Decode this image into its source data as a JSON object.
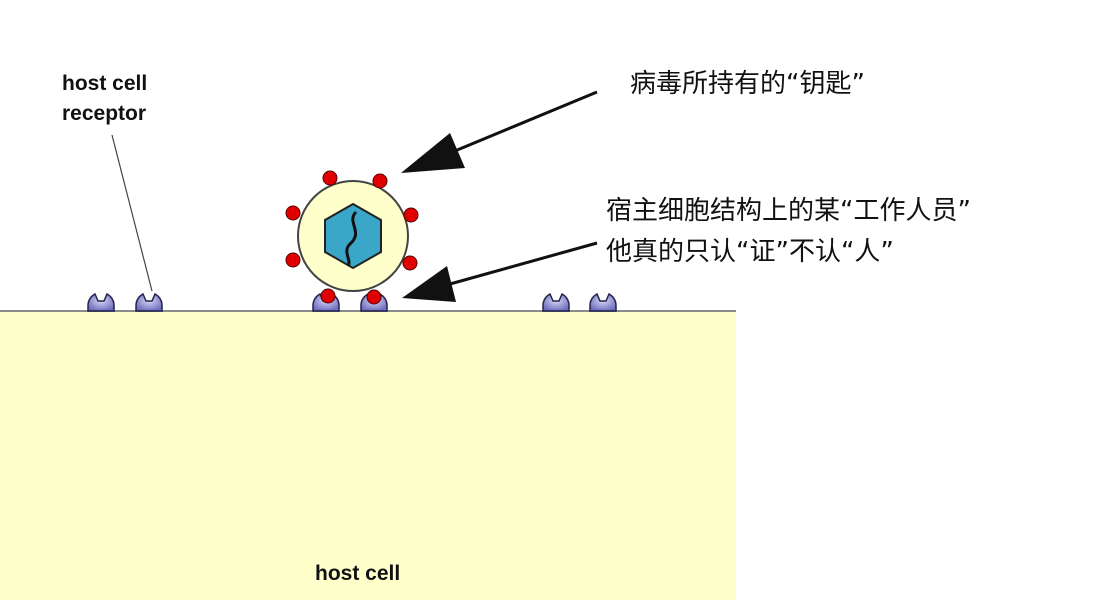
{
  "labels": {
    "receptor_line1": "host cell",
    "receptor_line2": "receptor",
    "host_cell": "host cell",
    "virus_key": "病毒所持有的“钥匙”",
    "receptor_line_a": "宿主细胞结构上的某“工作人员”",
    "receptor_line_b": "他真的只认“证”不认“人”"
  },
  "colors": {
    "host_cell_fill": "#ffffcc",
    "envelope_fill": "#ffffcc",
    "capsid_fill": "#3aa6c8",
    "spike_fill": "#e00000",
    "receptor_fill": "#6f6fc0"
  },
  "icons": {
    "virus": "virus-particle",
    "receptor": "receptor-cup"
  }
}
